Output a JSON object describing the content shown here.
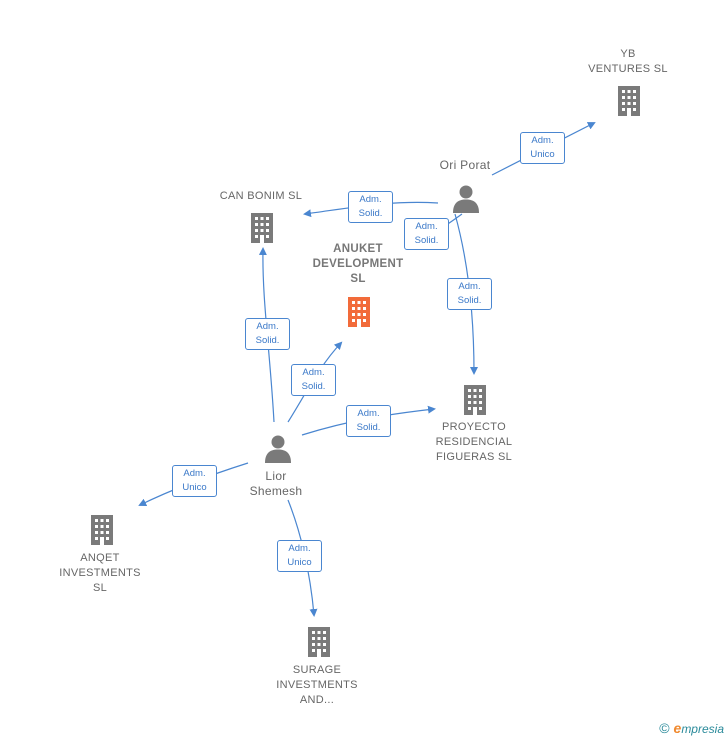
{
  "nodes": {
    "yb_ventures": {
      "lines": [
        "YB",
        "VENTURES  SL"
      ]
    },
    "ori_porat": {
      "lines": [
        "Ori Porat"
      ]
    },
    "can_bonim": {
      "lines": [
        "CAN BONIM  SL"
      ]
    },
    "anuket": {
      "lines": [
        "ANUKET",
        "DEVELOPMENT",
        "SL"
      ]
    },
    "proyecto": {
      "lines": [
        "PROYECTO",
        "RESIDENCIAL",
        "FIGUERAS  SL"
      ]
    },
    "lior_shemesh": {
      "lines": [
        "Lior",
        "Shemesh"
      ]
    },
    "anqet": {
      "lines": [
        "ANQET",
        "INVESTMENTS",
        "SL"
      ]
    },
    "surage": {
      "lines": [
        "SURAGE",
        "INVESTMENTS",
        "AND..."
      ]
    }
  },
  "edges": {
    "ori_yb": {
      "lines": [
        "Adm.",
        "Unico"
      ]
    },
    "ori_canbonim": {
      "lines": [
        "Adm.",
        "Solid."
      ]
    },
    "ori_proyecto_a": {
      "lines": [
        "Adm.",
        "Solid."
      ]
    },
    "ori_proyecto_b": {
      "lines": [
        "Adm.",
        "Solid."
      ]
    },
    "lior_canbonim": {
      "lines": [
        "Adm.",
        "Solid."
      ]
    },
    "lior_anuket": {
      "lines": [
        "Adm.",
        "Solid."
      ]
    },
    "lior_proyecto": {
      "lines": [
        "Adm.",
        "Solid."
      ]
    },
    "lior_anqet": {
      "lines": [
        "Adm.",
        "Unico"
      ]
    },
    "lior_surage": {
      "lines": [
        "Adm.",
        "Unico"
      ]
    }
  },
  "footer": {
    "copyright": "©",
    "brand_initial": "e",
    "brand_rest": "mpresia"
  },
  "colors": {
    "edge": "#4a86d0",
    "building": "#7a7a7a",
    "highlight": "#f26b3a",
    "person": "#7a7a7a"
  }
}
